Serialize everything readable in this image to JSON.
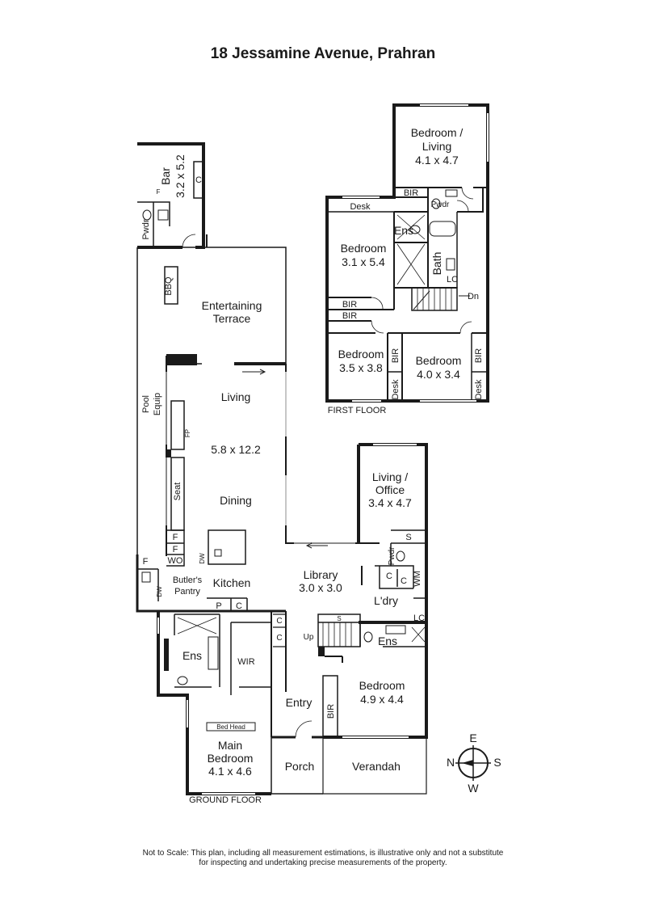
{
  "title": "18 Jessamine Avenue, Prahran",
  "floors": {
    "ground": "GROUND FLOOR",
    "first": "FIRST FLOOR"
  },
  "rooms": {
    "first_bedroom_living": [
      "Bedroom /",
      "Living",
      "4.1 x 4.7"
    ],
    "first_bedroom_a": [
      "Bedroom",
      "3.1 x 5.4"
    ],
    "first_bedroom_b": [
      "Bedroom",
      "3.5 x 3.8"
    ],
    "first_bedroom_c": [
      "Bedroom",
      "4.0 x 3.4"
    ],
    "ens_upper": "Ens",
    "bath": "Bath",
    "pwdr_upper": "Pwdr",
    "bar": [
      "Bar",
      "3.2 x 5.2"
    ],
    "pwdr_bar": "Pwdr",
    "entertaining": [
      "Entertaining",
      "Terrace"
    ],
    "bbq": "BBQ",
    "pool_equip": [
      "Pool",
      "Equip"
    ],
    "living": "Living",
    "living_size": "5.8 x 12.2",
    "dining": "Dining",
    "seat": "Seat",
    "kitchen": "Kitchen",
    "butlers_pantry": [
      "Butler's",
      "Pantry"
    ],
    "library": [
      "Library",
      "3.0 x 3.0"
    ],
    "living_office": [
      "Living /",
      "Office",
      "3.4 x 4.7"
    ],
    "pwdr_ground": "Pwdr",
    "laundry": "L'dry",
    "ens_ground_right": "Ens",
    "ens_ground_left": "Ens",
    "wir": "WIR",
    "entry": "Entry",
    "bedroom_ground": [
      "Bedroom",
      "4.9 x 4.4"
    ],
    "main_bedroom": [
      "Main",
      "Bedroom",
      "4.1 x 4.6"
    ],
    "bed_head": "Bed Head",
    "porch": "Porch",
    "verandah": "Verandah"
  },
  "abbrev": {
    "desk": "Desk",
    "bir": "BIR",
    "lc": "LC",
    "dn": "Dn",
    "up": "Up",
    "c": "C",
    "f": "F",
    "fp": "FP",
    "wo": "WO",
    "dw": "DW",
    "p": "P",
    "s": "S",
    "wm": "WM"
  },
  "compass": {
    "n": "N",
    "e": "E",
    "s": "S",
    "w": "W"
  },
  "disclaimer": [
    "Not to Scale: This plan, including all measurement estimations, is illustrative only and not a substitute",
    "for inspecting and undertaking precise measurements of the property."
  ]
}
